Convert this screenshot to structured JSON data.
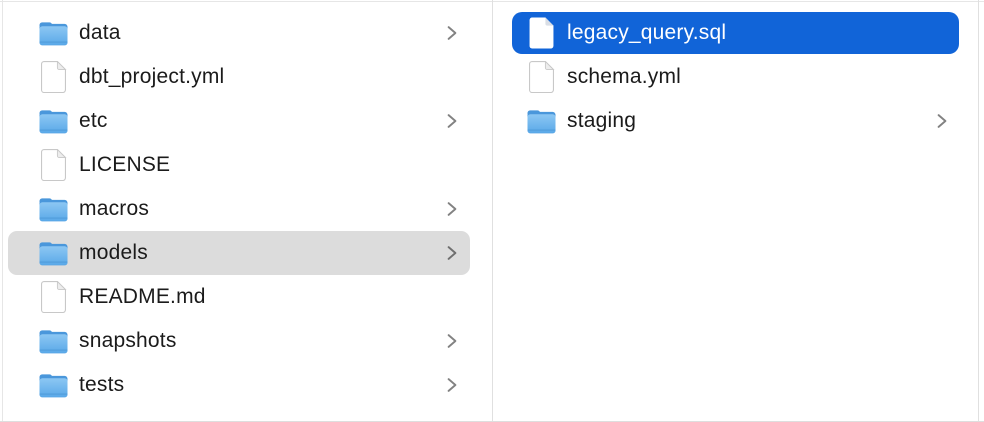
{
  "columns": [
    {
      "name": "project-root",
      "items": [
        {
          "label": "data",
          "type": "folder",
          "has_chevron": true,
          "selected": false
        },
        {
          "label": "dbt_project.yml",
          "type": "file",
          "has_chevron": false,
          "selected": false
        },
        {
          "label": "etc",
          "type": "folder",
          "has_chevron": true,
          "selected": false
        },
        {
          "label": "LICENSE",
          "type": "file",
          "has_chevron": false,
          "selected": false
        },
        {
          "label": "macros",
          "type": "folder",
          "has_chevron": true,
          "selected": false
        },
        {
          "label": "models",
          "type": "folder",
          "has_chevron": true,
          "selected": true,
          "selection_style": "inactive"
        },
        {
          "label": "README.md",
          "type": "file",
          "has_chevron": false,
          "selected": false
        },
        {
          "label": "snapshots",
          "type": "folder",
          "has_chevron": true,
          "selected": false
        },
        {
          "label": "tests",
          "type": "folder",
          "has_chevron": true,
          "selected": false
        }
      ]
    },
    {
      "name": "models-folder",
      "items": [
        {
          "label": "legacy_query.sql",
          "type": "file",
          "has_chevron": false,
          "selected": true,
          "selection_style": "active"
        },
        {
          "label": "schema.yml",
          "type": "file",
          "has_chevron": false,
          "selected": false
        },
        {
          "label": "staging",
          "type": "folder",
          "has_chevron": true,
          "selected": false
        }
      ]
    }
  ],
  "colors": {
    "selection_active": "#1164d8",
    "selection_inactive": "#dcdcdc",
    "text": "#1b1b1b",
    "text_selected": "#ffffff",
    "chevron": "#828282",
    "divider": "#e6e6e6",
    "folder_blue": "#5aa9e8"
  }
}
